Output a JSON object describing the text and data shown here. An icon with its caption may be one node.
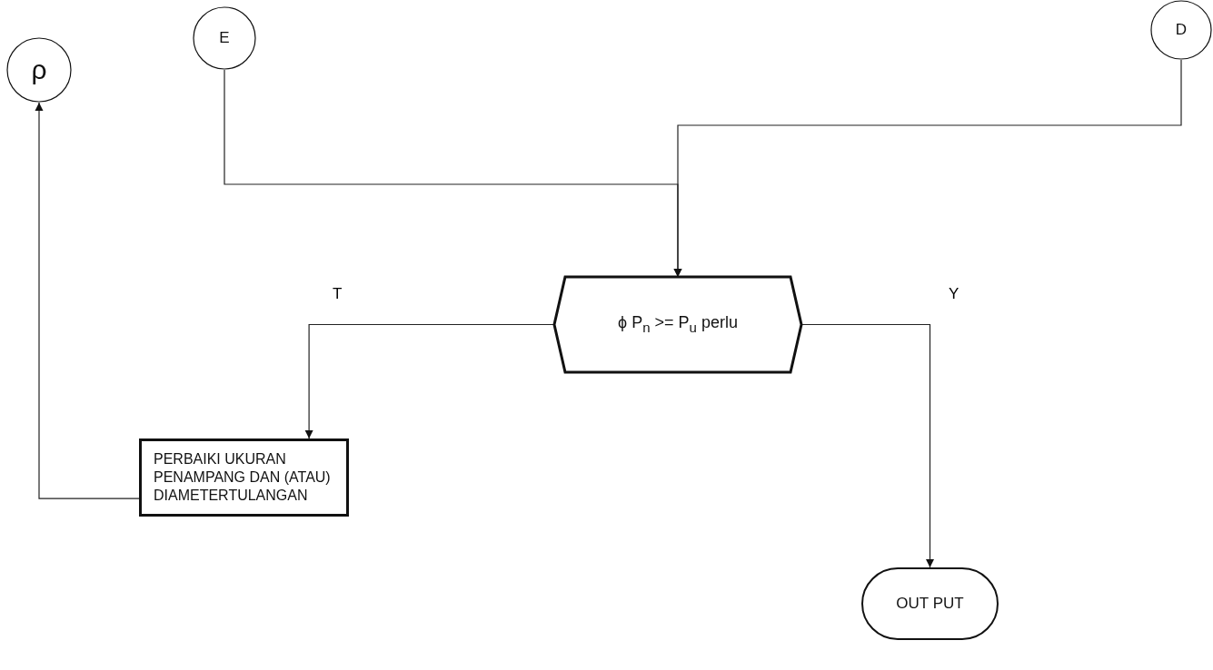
{
  "diagram": {
    "nodes": [
      {
        "text": [
          "ρ"
        ]
      },
      {
        "text": [
          "E"
        ]
      },
      {
        "text": [
          "D"
        ]
      },
      {
        "text": [
          "ϕ P$_{n}$ >= P$_{u}$ perlu"
        ]
      },
      {
        "text": [
          "PERBAIKI UKURAN PENAMPANG DAN (ATAU) DIAMETERTULANGAN"
        ]
      },
      {
        "text": [
          "OUT PUT"
        ]
      }
    ],
    "edges": [
      {
        "from": 1,
        "to": 3,
        "arrow": "to"
      },
      {
        "from": 2,
        "to": 3,
        "arrow": "to"
      },
      {
        "from": 3,
        "to": 4,
        "arrow": "to",
        "label": "T"
      },
      {
        "from": 3,
        "to": 5,
        "arrow": "to",
        "label": "Y"
      },
      {
        "from": 4,
        "to": 0,
        "arrow": "to"
      }
    ]
  }
}
